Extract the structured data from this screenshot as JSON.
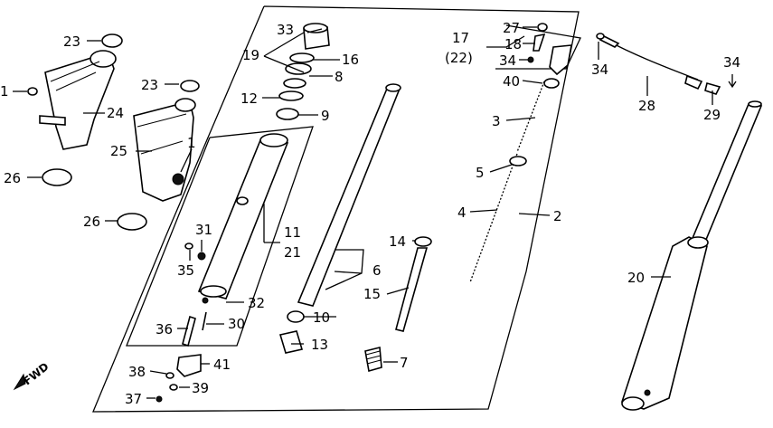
{
  "diagram": {
    "callouts": {
      "c1a": "1",
      "c1b": "1",
      "c2": "2",
      "c3": "3",
      "c4": "4",
      "c5": "5",
      "c6": "6",
      "c7": "7",
      "c8": "8",
      "c9": "9",
      "c10": "10",
      "c11": "11",
      "c12": "12",
      "c13": "13",
      "c14": "14",
      "c15": "15",
      "c16": "16",
      "c17": "17",
      "c17b": "(22)",
      "c18": "18",
      "c19": "19",
      "c20": "20",
      "c21": "21",
      "c23a": "23",
      "c23b": "23",
      "c24": "24",
      "c25": "25",
      "c26a": "26",
      "c26b": "26",
      "c27": "27",
      "c28": "28",
      "c29": "29",
      "c30": "30",
      "c31": "31",
      "c32": "32",
      "c33": "33",
      "c34a": "34",
      "c34b": "34",
      "c34c": "34",
      "c35": "35",
      "c36": "36",
      "c37": "37",
      "c38": "38",
      "c39": "39",
      "c40": "40",
      "c41": "41"
    },
    "fwd_label": "FWD"
  }
}
